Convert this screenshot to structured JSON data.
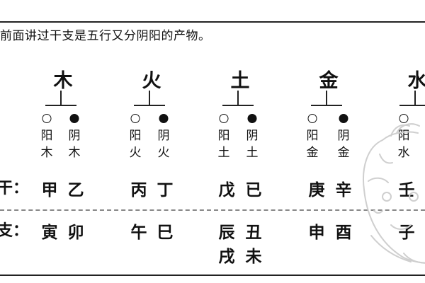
{
  "intro_text": "前面讲过干支是五行又分阴阳的产物。",
  "elements": [
    {
      "name": "木",
      "yang": "阳木",
      "yin": "阴木"
    },
    {
      "name": "火",
      "yang": "阳火",
      "yin": "阴火"
    },
    {
      "name": "土",
      "yang": "阳土",
      "yin": "阴土"
    },
    {
      "name": "金",
      "yang": "阳金",
      "yin": "阴金"
    },
    {
      "name": "水",
      "yang": "阳水"
    }
  ],
  "stems": {
    "label": "干：",
    "values": [
      "甲",
      "乙",
      "丙",
      "丁",
      "戊",
      "已",
      "庚",
      "辛",
      "壬"
    ]
  },
  "branches": {
    "label": "支：",
    "values": [
      "寅",
      "卯",
      "午",
      "巳",
      "辰",
      "丑",
      "申",
      "酉",
      "子"
    ],
    "extra": [
      "戌",
      "未"
    ]
  },
  "colors": {
    "line": "#222222",
    "dash": "#888888",
    "yang_fill": "#ffffff",
    "yin_fill": "#111111"
  }
}
